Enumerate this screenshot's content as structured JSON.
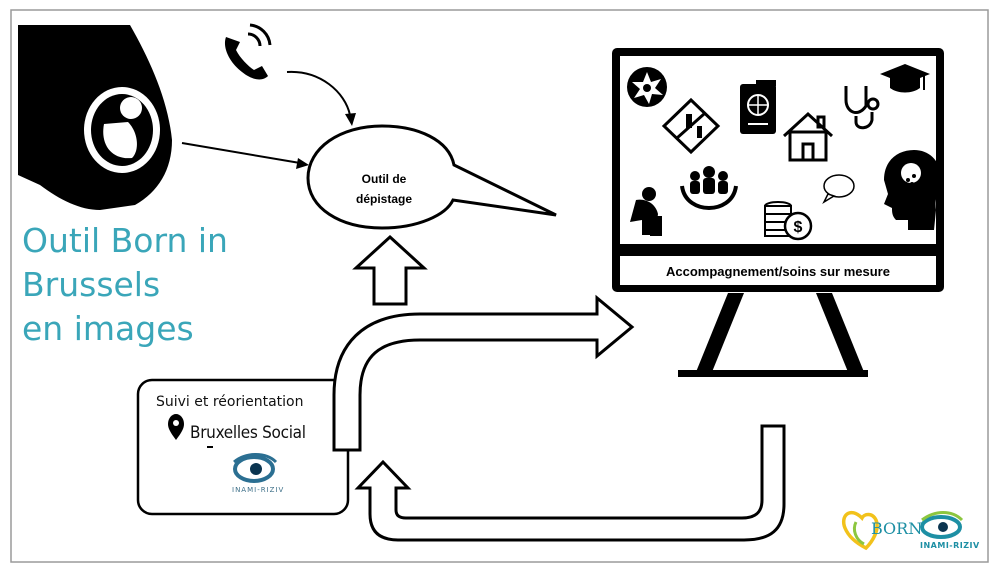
{
  "title_lines": [
    "Outil Born in",
    "Brussels",
    "en images"
  ],
  "screening_bubble": {
    "line1": "Outil de",
    "line2": "dépistage"
  },
  "monitor": {
    "caption": "Accompagnement/soins sur mesure"
  },
  "followup_box": {
    "title": "Suivi et réorientation",
    "bruxelles_social": "Bruxelles Social",
    "inami": "INAMI-RIZIV"
  },
  "footer_logos": {
    "born": "BORN",
    "inami": "INAMI-RIZIV"
  },
  "icons": [
    "pregnant-woman-icon",
    "phone-ringing-icon",
    "violence-icon",
    "substance-use-icon",
    "passport-icon",
    "stethoscope-icon",
    "graduation-cap-icon",
    "house-icon",
    "family-support-icon",
    "distressed-person-icon",
    "money-icon",
    "speech-bubble-icon",
    "mental-health-icon",
    "location-pin-icon"
  ],
  "colors": {
    "title": "#3aa6b9",
    "lines": "#000000",
    "logo": "#1d8fa4"
  }
}
